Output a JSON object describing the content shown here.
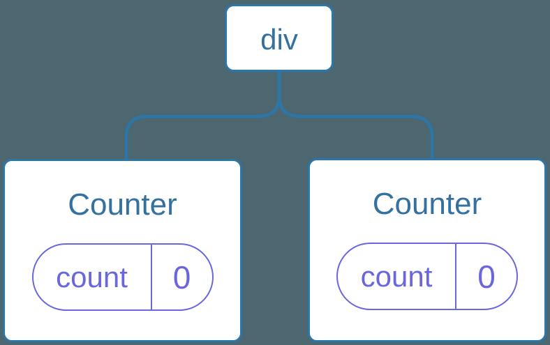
{
  "diagram": {
    "root": {
      "label": "div"
    },
    "children": [
      {
        "title": "Counter",
        "state": {
          "key": "count",
          "value": "0"
        }
      },
      {
        "title": "Counter",
        "state": {
          "key": "count",
          "value": "0"
        }
      }
    ],
    "colors": {
      "background": "#4d6771",
      "node_border": "#2d76a9",
      "node_text": "#35719e",
      "state_accent": "#6a66dd",
      "node_background": "#ffffff"
    }
  }
}
